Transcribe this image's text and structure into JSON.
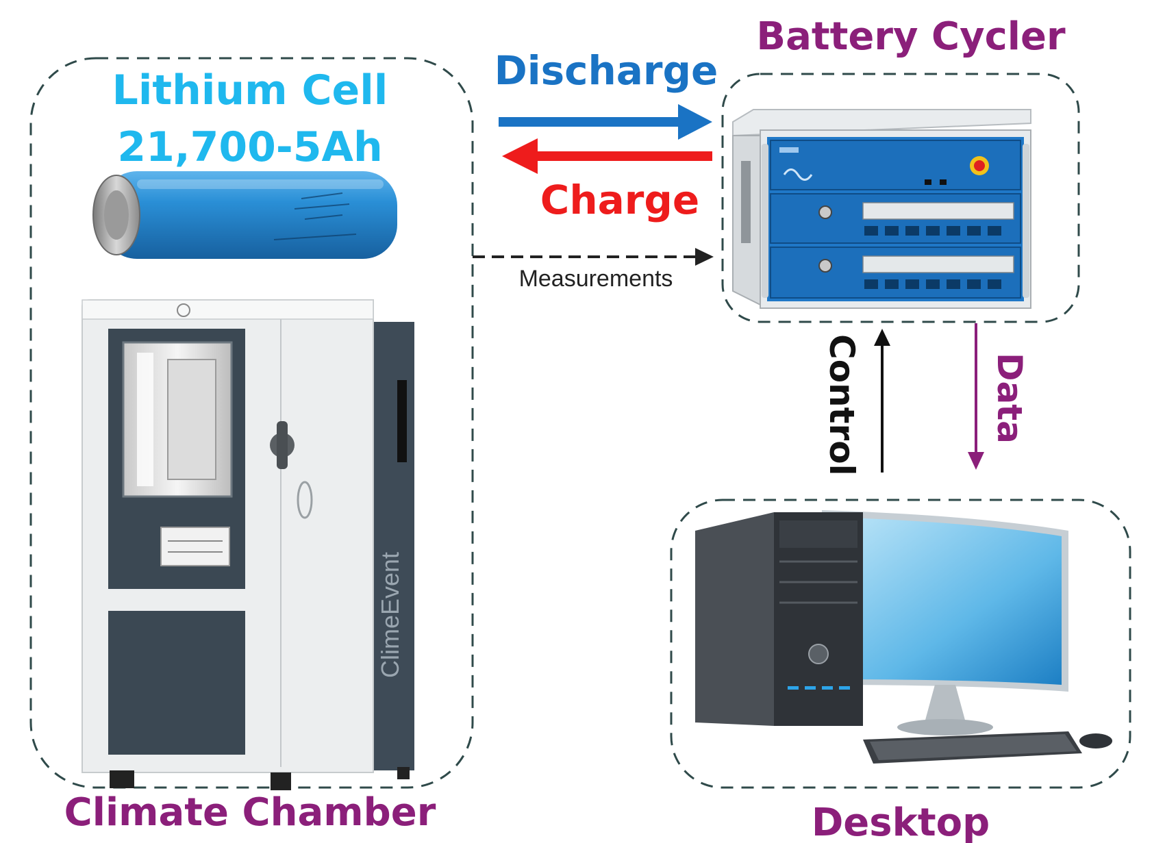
{
  "cell": {
    "title": "Lithium Cell",
    "spec": "21,700-5Ah",
    "title_color": "#1fb8ee",
    "body_color": "#1f7fc2"
  },
  "chamber": {
    "label": "Climate Chamber",
    "brand": "ClimeEvent",
    "label_color": "#8b1f7a"
  },
  "cycler": {
    "label": "Battery Cycler",
    "label_color": "#8b1f7a",
    "panel_color": "#1f78c8"
  },
  "desktop": {
    "label": "Desktop",
    "label_color": "#8b1f7a"
  },
  "flows": {
    "discharge": {
      "label": "Discharge",
      "color": "#1a73c4"
    },
    "charge": {
      "label": "Charge",
      "color": "#ee1c1c"
    },
    "measurements": {
      "label": "Measurements",
      "color": "#222222"
    },
    "control": {
      "label": "Control",
      "color": "#111111"
    },
    "data": {
      "label": "Data",
      "color": "#8b1f7a"
    }
  },
  "icons": [
    "battery-cell-icon",
    "climate-chamber-icon",
    "battery-cycler-icon",
    "desktop-computer-icon"
  ]
}
